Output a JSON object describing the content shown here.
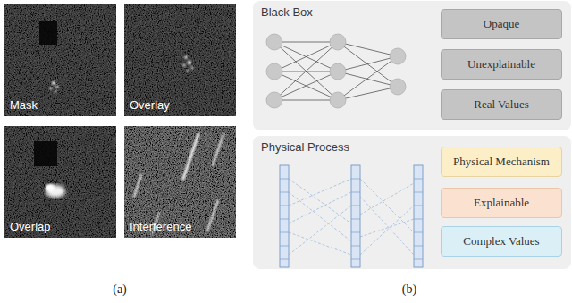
{
  "diagram": {
    "nodes": [
      {
        "text": [
          "Mask"
        ]
      },
      {
        "text": [
          "Overlay"
        ]
      },
      {
        "text": [
          "Overlap"
        ]
      },
      {
        "text": [
          "Interference"
        ]
      },
      {
        "text": [
          "Black Box"
        ]
      },
      {
        "text": [
          "Opaque"
        ],
        "in": 4
      },
      {
        "text": [
          "Unexplainable"
        ],
        "in": 4
      },
      {
        "text": [
          "Real Values"
        ],
        "in": 4
      },
      {
        "text": [
          "Physical Process"
        ]
      },
      {
        "text": [
          "Physical Mechanism"
        ],
        "in": 8
      },
      {
        "text": [
          "Explainable"
        ],
        "in": 8
      },
      {
        "text": [
          "Complex Values"
        ],
        "in": 8
      }
    ],
    "labels": [
      "(a)",
      "(b)"
    ]
  }
}
